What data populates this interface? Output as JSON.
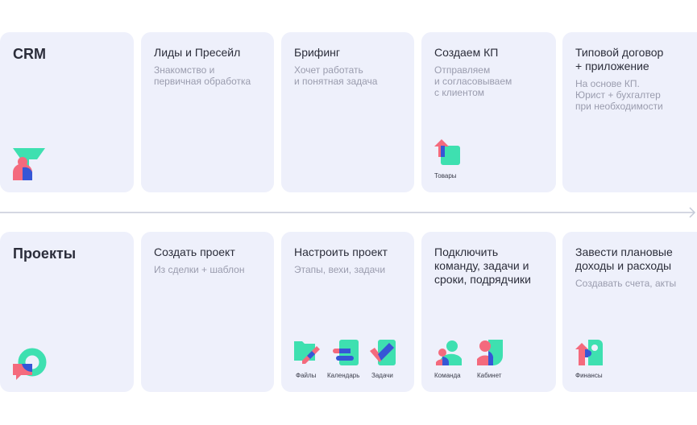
{
  "colors": {
    "card_bg": "#eef0fb",
    "accent_green": "#3ee0b0",
    "accent_pink": "#f46a7d",
    "accent_blue": "#3656d6",
    "muted_text": "#9a9cae",
    "timeline": "#c5cad8"
  },
  "row_top": {
    "cards": [
      {
        "title": "CRM",
        "icon": "crm-funnel-icon"
      },
      {
        "title": "Лиды и Пресейл",
        "desc": "Знакомство и\nпервичная обработка"
      },
      {
        "title": "Брифинг",
        "desc": "Хочет работать\nи понятная задача"
      },
      {
        "title": "Создаем КП",
        "desc": "Отправляем\nи согласовываем\nс клиентом",
        "apps": [
          {
            "label": "Товары",
            "icon": "products-icon"
          }
        ]
      },
      {
        "title": "Типовой договор\n+ приложение",
        "desc": "На основе КП.\nЮрист + бухгалтер\nпри необходимости"
      }
    ]
  },
  "row_bottom": {
    "cards": [
      {
        "title": "Проекты",
        "icon": "projects-icon"
      },
      {
        "title": "Создать проект",
        "desc": "Из сделки + шаблон"
      },
      {
        "title": "Настроить проект",
        "desc": "Этапы, вехи, задачи",
        "apps": [
          {
            "label": "Файлы",
            "icon": "files-icon"
          },
          {
            "label": "Календарь",
            "icon": "calendar-icon"
          },
          {
            "label": "Задачи",
            "icon": "tasks-icon"
          }
        ]
      },
      {
        "title": "Подключить\nкоманду, задачи и\nсроки, подрядчики",
        "apps": [
          {
            "label": "Команда",
            "icon": "team-icon"
          },
          {
            "label": "Кабинет",
            "icon": "cabinet-icon"
          }
        ]
      },
      {
        "title": "Завести плановые\nдоходы и расходы",
        "desc": "Создавать счета, акты",
        "apps": [
          {
            "label": "Финансы",
            "icon": "finance-icon"
          }
        ]
      }
    ]
  }
}
